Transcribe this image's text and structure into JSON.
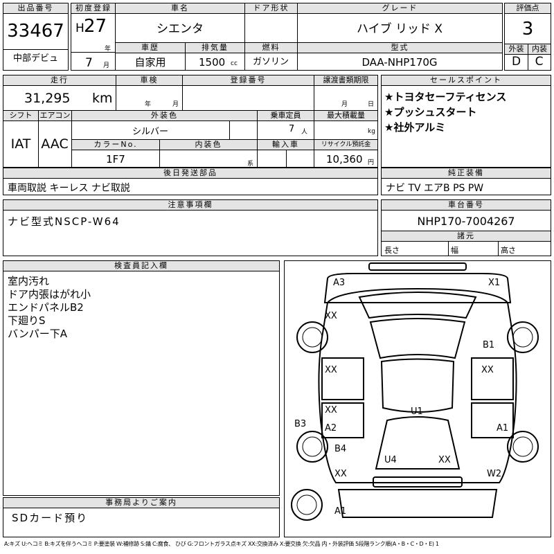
{
  "header": {
    "lot_no_label": "出品番号",
    "lot_no": "33467",
    "venue": "中部デビュ",
    "first_reg_label": "初度登録",
    "era": "H",
    "year": "27",
    "year_unit": "年",
    "month": "7",
    "month_unit": "月",
    "car_name_label": "車名",
    "car_name": "シエンタ",
    "door_label": "ドア形状",
    "door_value": "",
    "grade_label": "グレード",
    "grade": "ハイブ リッド X",
    "score_label": "評価点",
    "score": "3",
    "history_label": "車歴",
    "history": "自家用",
    "displacement_label": "排気量",
    "displacement": "1500",
    "displacement_unit": "cc",
    "fuel_label": "燃料",
    "fuel": "ガソリン",
    "model_label": "型式",
    "model": "DAA-NHP170G",
    "ext_label": "外装",
    "ext_grade": "D",
    "int_label": "内装",
    "int_grade": "C"
  },
  "row2": {
    "mileage_label": "走行",
    "mileage": "31,295",
    "mileage_unit": "km",
    "inspection_label": "車検",
    "inspection_year_unit": "年",
    "inspection_month_unit": "月",
    "reg_no_label": "登録番号",
    "reg_no": "",
    "transfer_label": "譲渡書類期限",
    "transfer_month_unit": "月",
    "transfer_day_unit": "日",
    "shift_label": "シフト",
    "shift": "IAT",
    "ac_label": "エアコン",
    "ac": "AAC",
    "color_label": "外装色",
    "color": "シルバー",
    "seats_label": "乗車定員",
    "seats": "7",
    "seats_unit": "人",
    "load_label": "最大積載量",
    "load_unit": "kg",
    "color_no_label": "カラーNo.",
    "color_no": "1F7",
    "int_color_label": "内装色",
    "int_color_unit": "系",
    "import_label": "輸入車",
    "recycle_label": "リサイクル預託金",
    "recycle": "10,360",
    "recycle_unit": "円"
  },
  "sales_points": {
    "label": "セールスポイント",
    "items": [
      "★トヨタセーフティセンス",
      "★プッシュスタート",
      "★社外アルミ"
    ]
  },
  "later_parts": {
    "label": "後日発送部品",
    "value": "車両取説 キーレス ナビ取説"
  },
  "equipment": {
    "label": "純正装備",
    "value": "ナビ TV エアB PS PW"
  },
  "notes": {
    "label": "注意事項欄",
    "value": "ナビ型式NSCP-W64"
  },
  "chassis": {
    "label": "車台番号",
    "value": "NHP170-7004267",
    "spec_label": "諸元",
    "length_label": "長さ",
    "width_label": "幅",
    "height_label": "高さ"
  },
  "inspector": {
    "label": "検査員記入欄",
    "lines": [
      "室内汚れ",
      "ドア内張はがれ小",
      "エンドパネルB2",
      "下廻りS",
      "バンパー下A"
    ]
  },
  "office": {
    "label": "事務局よりご案内",
    "value": "SDカード預り"
  },
  "diagram": {
    "marks": {
      "a3": "A3",
      "x1": "X1",
      "xx_top": "XX",
      "b1": "B1",
      "xx_l1": "XX",
      "xx_r1": "XX",
      "xx_l2": "XX",
      "u1": "U1",
      "b3": "B3",
      "a2": "A2",
      "a1": "A1",
      "b4": "B4",
      "u4": "U4",
      "xx_r2": "XX",
      "xx_l3": "XX",
      "w2": "W2",
      "a1_bottom": "A1"
    }
  },
  "legend": "A:キズ U:ヘコミ B:キズを伴うヘコミ P:要塗装 W:補修跡 S:錆 C:腐食、 ひび G:フロントガラス点キズ XX:交換済み X:要交換 欠:欠品 内・外装評価 5段階ランク順(A・B・C・D・E) 1"
}
